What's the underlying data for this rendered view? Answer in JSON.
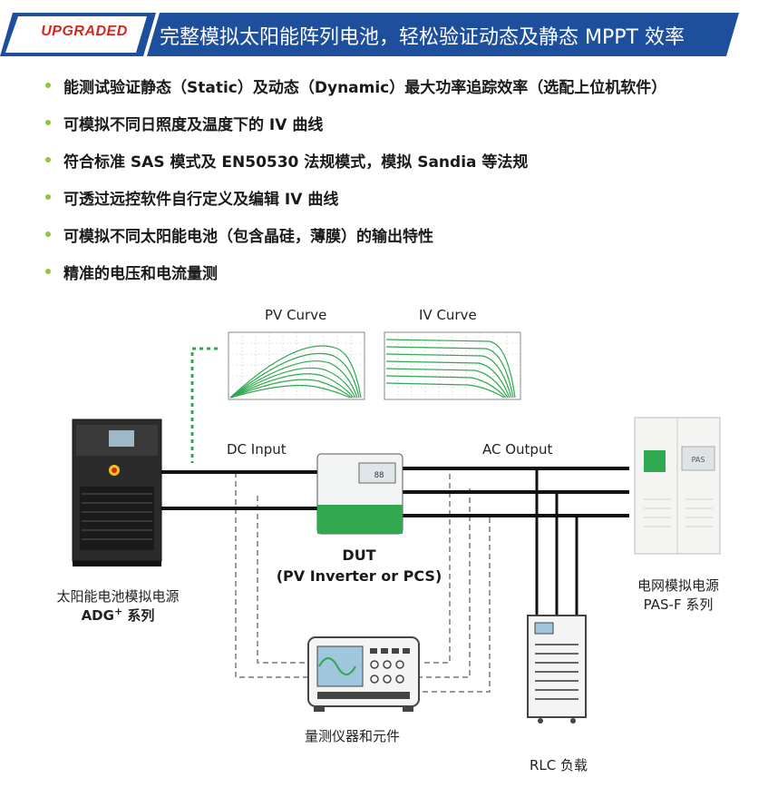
{
  "banner": {
    "badge": "UPGRADED",
    "title": "完整模拟太阳能阵列电池，轻松验证动态及静态 MPPT 效率",
    "colors": {
      "badge_bg": "#ffffff",
      "badge_text": "#d7281e",
      "bar": "#1d4f9c"
    }
  },
  "features": [
    "能测试验证静态（Static）及动态（Dynamic）最大功率追踪效率（选配上位机软件）",
    "可模拟不同日照度及温度下的 IV 曲线",
    "符合标准 SAS 模式及 EN50530 法规模式，模拟 Sandia 等法规",
    "可透过远控软件自行定义及编辑 IV 曲线",
    "可模拟不同太阳能电池（包含晶硅，薄膜）的输出特性",
    "精准的电压和电流量测"
  ],
  "diagram": {
    "pv_curve_label": "PV Curve",
    "iv_curve_label": "IV Curve",
    "dc_input": "DC Input",
    "ac_output": "AC Output",
    "dut_line1": "DUT",
    "dut_line2": "(PV Inverter or PCS)",
    "solar_sim_line1": "太阳能电池模拟电源",
    "solar_sim_model": "ADG",
    "solar_sim_sup": "+",
    "solar_sim_suffix": " 系列",
    "grid_sim_line1": "电网模拟电源",
    "grid_sim_line2": "PAS-F 系列",
    "instrument_label": "量测仪器和元件",
    "rlc_label": "RLC 负载",
    "dut_display": "88",
    "grid_panel_text": "PAS"
  }
}
